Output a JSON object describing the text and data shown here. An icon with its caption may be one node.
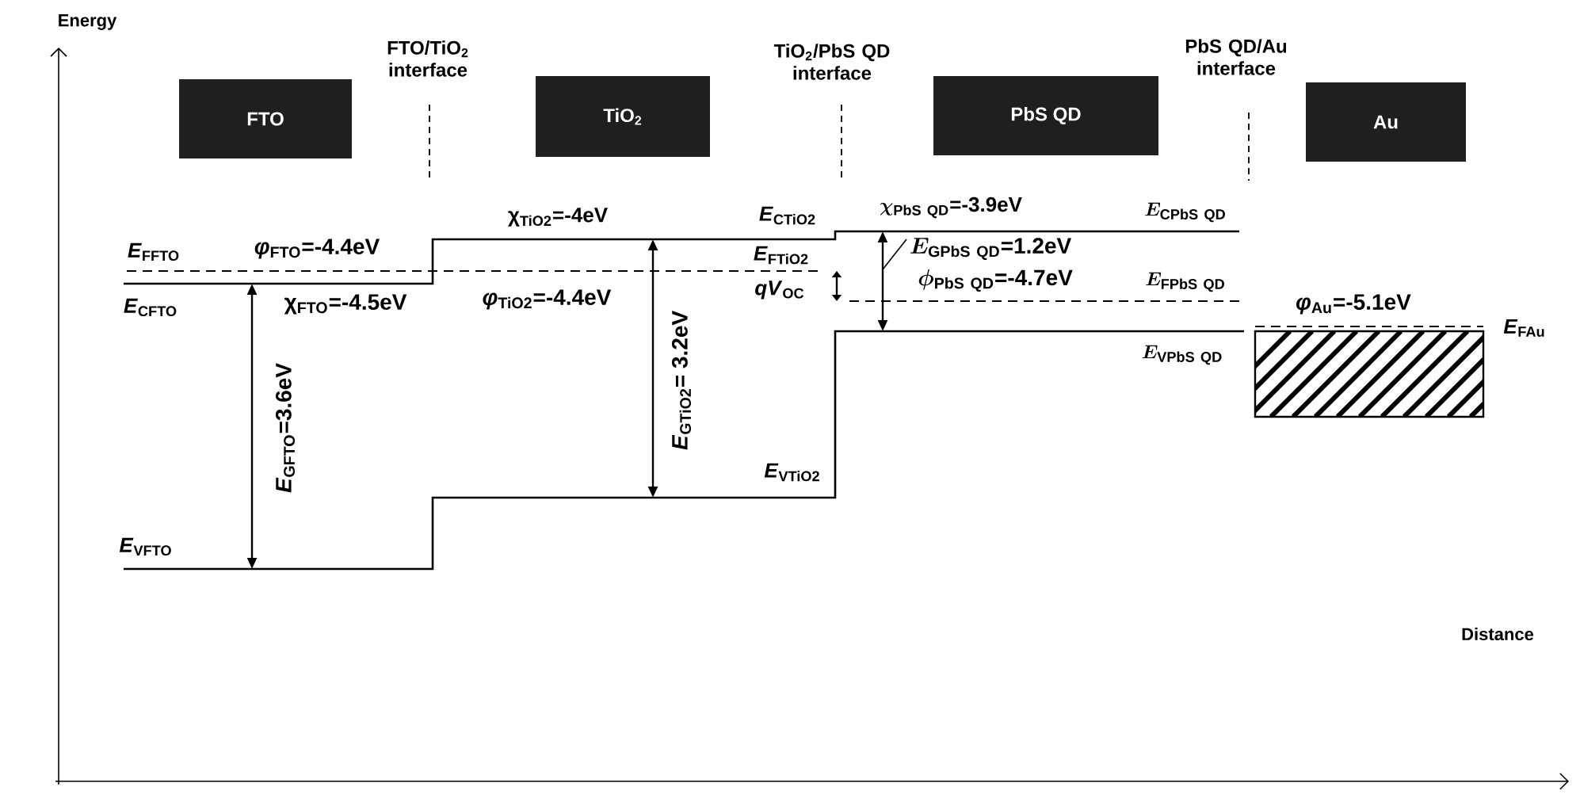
{
  "diagram": {
    "nodes": [
      {
        "text": [
          "FTO"
        ]
      },
      {
        "text": [
          "TiO$_{2}$"
        ]
      },
      {
        "text": [
          "PbS QD"
        ]
      },
      {
        "text": [
          "Au"
        ]
      }
    ],
    "labels": [
      "Energy",
      "FTO/TiO$_{2}$ interface",
      "TiO$_{2}$/PbS QD interface",
      "PbS QD/Au interface",
      "χ$_{TiO2}$=-4eV",
      "*E*$_{CTiO2}$",
      "\\chi_{\\mathrm{PbS\\ QD}}\\mbox{=-3.9eV}",
      "E_{\\mathrm{CPbS\\ QD}}",
      "*E*$_{FFTO}$",
      "*φ*$_{FTO}$=-4.4eV",
      "*E*$_{FTiO2}$",
      "E_{\\mathrm{GPbS\\ QD}}\\mbox{=1.2eV}",
      "*E*$_{CFTO}$",
      "χ$_{FTO}$=-4.5eV",
      "*φ*$_{TiO2}$=-4.4eV",
      "*qV*$_{OC}$",
      "\\phi_{\\mathrm{PbS\\ QD}}\\mbox{=-4.7eV}",
      "E_{\\mathrm{FPbS\\ QD}}",
      "*φ*$_{Au}$=-5.1eV",
      "*E*$_{FAu}$",
      "E_{\\mathrm{VPbS\\ QD}}",
      "*E*$_{GFTO}$=3.6eV",
      "*E*$_{GTiO2}$= 3.2eV",
      "*E*$_{VTiO2}$",
      "*E*$_{VFTO}$",
      "Distance"
    ]
  }
}
